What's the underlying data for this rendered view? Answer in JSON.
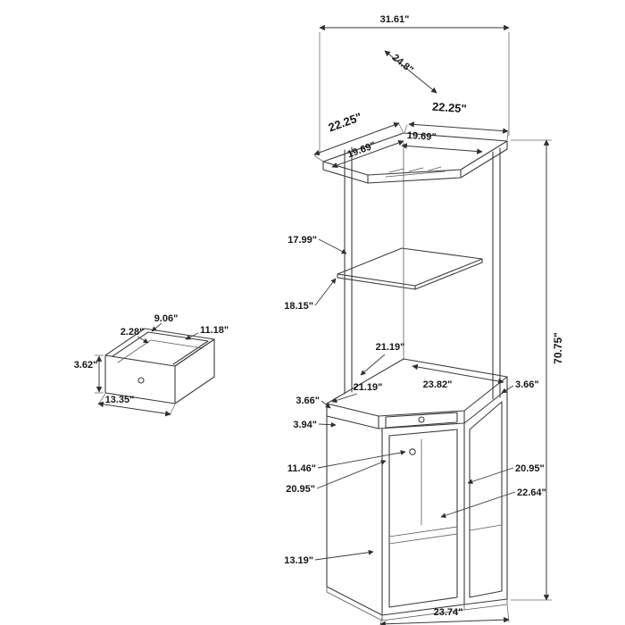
{
  "diagram": {
    "subject": "corner-bar-cabinet-dimension-drawing",
    "line_color": "#3d3d3d",
    "background": "#ffffff",
    "dims": {
      "top_width": "31.61\"",
      "top_depth_diag": "24.8\"",
      "top_edge_right": "22.25\"",
      "top_edge_left": "22.25\"",
      "top_inner_right": "19.69\"",
      "top_inner_left": "19.69\"",
      "top_to_shelf": "17.99\"",
      "shelf_to_counter": "18.15\"",
      "overall_height": "70.75\"",
      "counter_edge_left_a": "21.19\"",
      "counter_edge_left_b": "21.19\"",
      "counter_edge_right": "23.82\"",
      "counter_thickness_left": "3.66\"",
      "counter_thickness_right": "3.66\"",
      "drawer_front_height": "3.94\"",
      "door_top_offset": "11.46\"",
      "door_width_left": "20.95\"",
      "door_width_right": "20.95\"",
      "side_glass_height": "22.64\"",
      "shelf_to_base": "13.19\"",
      "base_front_width": "23.74\""
    },
    "drawer_detail": {
      "inner_width": "9.06\"",
      "side_thickness": "2.28\"",
      "inner_depth": "11.18\"",
      "height": "3.62\"",
      "front_width": "13.35\""
    }
  }
}
